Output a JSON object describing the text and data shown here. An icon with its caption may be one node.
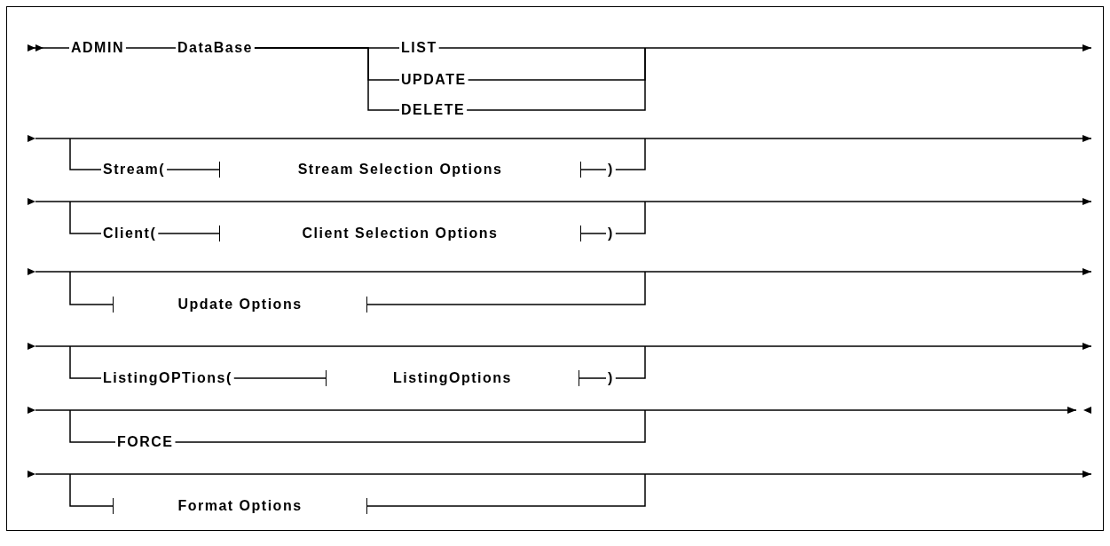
{
  "diagram": {
    "nodes": [
      {
        "text": [
          "ADMIN"
        ]
      },
      {
        "text": [
          "DataBase"
        ]
      },
      {
        "text": [
          "LIST"
        ]
      },
      {
        "text": [
          "UPDATE"
        ]
      },
      {
        "text": [
          "DELETE"
        ]
      },
      {
        "text": [
          "Stream("
        ]
      },
      {
        "text": [
          "Stream Selection Options"
        ]
      },
      {
        "text": [
          ")"
        ]
      },
      {
        "text": [
          "Client("
        ]
      },
      {
        "text": [
          "Client Selection Options"
        ]
      },
      {
        "text": [
          ")"
        ]
      },
      {
        "text": [
          "Update Options"
        ]
      },
      {
        "text": [
          "ListingOPTions("
        ]
      },
      {
        "text": [
          "ListingOptions"
        ]
      },
      {
        "text": [
          ")"
        ]
      },
      {
        "text": [
          "FORCE"
        ]
      },
      {
        "text": [
          "Format Options"
        ]
      }
    ],
    "edges": [
      {
        "from": null,
        "to": 0,
        "arrow": "other"
      },
      {
        "from": 0,
        "to": 1,
        "arrow": "none"
      },
      {
        "from": 1,
        "to": 2,
        "arrow": "none"
      },
      {
        "from": 1,
        "to": 3,
        "arrow": "none"
      },
      {
        "from": 1,
        "to": 4,
        "arrow": "none"
      },
      {
        "from": 2,
        "to": null,
        "arrow": "to"
      },
      {
        "from": 3,
        "to": null,
        "arrow": "none"
      },
      {
        "from": 4,
        "to": null,
        "arrow": "none"
      },
      {
        "from": null,
        "to": 5,
        "arrow": "none"
      },
      {
        "from": 5,
        "to": 6,
        "arrow": "none"
      },
      {
        "from": 6,
        "to": 7,
        "arrow": "none"
      },
      {
        "from": 7,
        "to": null,
        "arrow": "none"
      },
      {
        "from": null,
        "to": 8,
        "arrow": "none"
      },
      {
        "from": 8,
        "to": 9,
        "arrow": "none"
      },
      {
        "from": 9,
        "to": 10,
        "arrow": "none"
      },
      {
        "from": 10,
        "to": null,
        "arrow": "none"
      },
      {
        "from": null,
        "to": 11,
        "arrow": "none"
      },
      {
        "from": 11,
        "to": null,
        "arrow": "none"
      },
      {
        "from": null,
        "to": 12,
        "arrow": "none"
      },
      {
        "from": 12,
        "to": 13,
        "arrow": "none"
      },
      {
        "from": 13,
        "to": 14,
        "arrow": "none"
      },
      {
        "from": 14,
        "to": null,
        "arrow": "none"
      },
      {
        "from": null,
        "to": 15,
        "arrow": "none"
      },
      {
        "from": 15,
        "to": null,
        "arrow": "none"
      },
      {
        "from": null,
        "to": 16,
        "arrow": "none"
      },
      {
        "from": 16,
        "to": null,
        "arrow": "none"
      }
    ]
  }
}
